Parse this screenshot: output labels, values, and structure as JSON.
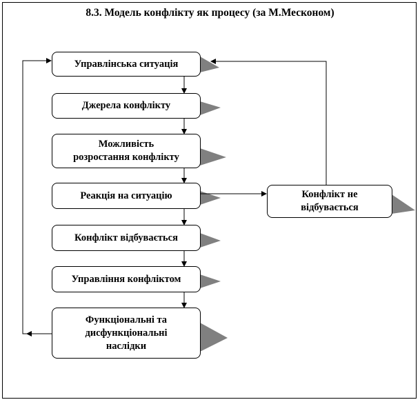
{
  "title": "8.3. Модель конфлікту як процесу (за М.Месконом)",
  "colors": {
    "line": "#000000",
    "box_fill": "#ffffff",
    "shadow": "#808080"
  },
  "nodes": {
    "management_situation": "Управлінська ситуація",
    "conflict_sources": "Джерела конфлікту",
    "escalation_possibility": "Можливість\nрозростання конфлікту",
    "situation_reaction": "Реакція на ситуацію",
    "no_conflict": "Конфлікт не\nвідбувається",
    "conflict_occurs": "Конфлікт відбувається",
    "conflict_management": "Управління конфліктом",
    "consequences": "Функціональні та\nдисфункціональні\nнаслідки"
  }
}
